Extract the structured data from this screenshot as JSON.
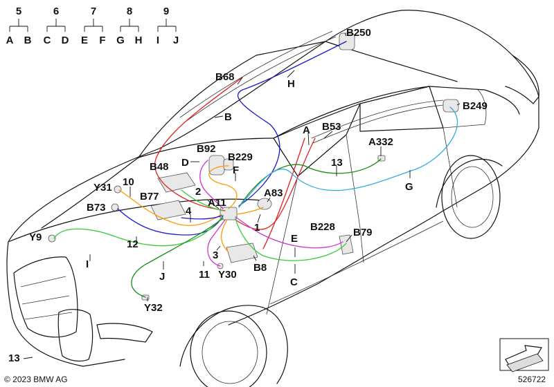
{
  "legend": [
    {
      "index": "5",
      "left": "A",
      "right": "B"
    },
    {
      "index": "6",
      "left": "C",
      "right": "D"
    },
    {
      "index": "7",
      "left": "E",
      "right": "F"
    },
    {
      "index": "8",
      "left": "G",
      "right": "H"
    },
    {
      "index": "9",
      "left": "I",
      "right": "J"
    }
  ],
  "components": {
    "B250": "B250",
    "B68": "B68",
    "B249": "B249",
    "B53": "B53",
    "A332": "A332",
    "B92": "B92",
    "B229": "B229",
    "B48": "B48",
    "Y31": "Y31",
    "B77": "B77",
    "B73": "B73",
    "A11": "A11",
    "A83": "A83",
    "Y9": "Y9",
    "B228": "B228",
    "B79": "B79",
    "Y30": "Y30",
    "B8": "B8",
    "Y32": "Y32"
  },
  "wires": {
    "A": "A",
    "B": "B",
    "C": "C",
    "D": "D",
    "E": "E",
    "F": "F",
    "G": "G",
    "H": "H",
    "I": "I",
    "J": "J"
  },
  "numbers": {
    "n1": "1",
    "n2": "2",
    "n3": "3",
    "n4": "4",
    "n10": "10",
    "n11": "11",
    "n12": "12",
    "n13": "13",
    "n13b": "13"
  },
  "colors": {
    "A": "#e02020",
    "B": "#e02020",
    "C": "#33cc33",
    "D": "#cc33cc",
    "E": "#cc33cc",
    "F": "#ff9900",
    "G": "#33aadd",
    "H": "#1a1acc",
    "I": "#33cc33",
    "J": "#1a8a1a",
    "n12": "#1a1acc",
    "n10": "#ff9900",
    "n13": "#1a8a1a",
    "n2": "#33cc33"
  },
  "footer": {
    "copyright": "© 2023 BMW AG",
    "part_number": "526722"
  },
  "icons": {
    "corner": "folded-corner-arrow-icon"
  }
}
